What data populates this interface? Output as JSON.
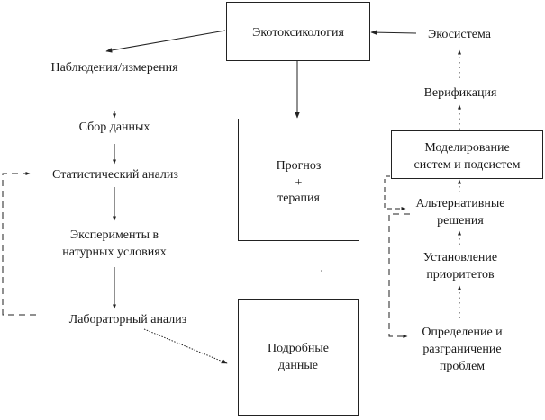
{
  "nodes": {
    "ecotox": "Экотоксикология",
    "observations": "Наблюдения/измерения",
    "data_collection": "Сбор данных",
    "statistical": "Статистический анализ",
    "experiments": [
      "Эксперименты в",
      "натурных условиях"
    ],
    "lab": "Лабораторный анализ",
    "forecast": [
      "Прогноз",
      "+",
      "терапия"
    ],
    "detailed": [
      "Подробные",
      "данные"
    ],
    "ecosystem": "Экосистема",
    "verification": "Верификация",
    "modeling": [
      "Моделирование",
      "систем и подсистем"
    ],
    "alternatives": [
      "Альтернативные",
      "решения"
    ],
    "priorities": [
      "Установление",
      "приоритетов"
    ],
    "problems": [
      "Определение и",
      "разграничение",
      "проблем"
    ]
  }
}
